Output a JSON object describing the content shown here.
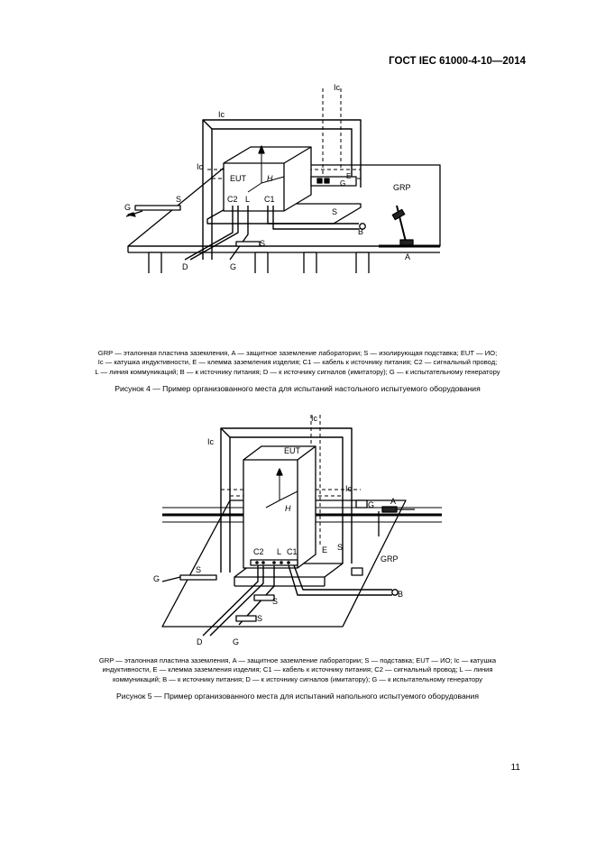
{
  "header": {
    "doc_code": "ГОСТ IEC 61000-4-10—2014"
  },
  "figure4": {
    "labels": {
      "ic_top": "Ic",
      "ic_left": "Ic",
      "ic_mid": "Ic",
      "eut": "EUT",
      "h": "H",
      "c2": "C2",
      "l": "L",
      "c1": "C1",
      "grp": "GRP",
      "s_left": "S",
      "s_right": "S",
      "s_bottom": "S",
      "g_left": "G",
      "g_right": "G",
      "g_bottom": "G",
      "d": "D",
      "b": "B",
      "a": "A",
      "e": "E"
    },
    "legend": [
      "GRP — эталонная пластина заземления, A — защитное заземление лаборатории; S — изолирующая подставка; EUT — ИО;",
      "Ic — катушка индуктивности, E — клемма заземления изделия; C1 — кабель к источнику питания; C2 — сигнальный провод;",
      "L — линия коммуникаций; B — к источнику питания; D — к источнику сигналов (имитатору); G — к испытательному генератору"
    ],
    "caption": "Рисунок 4 — Пример организованного места для испытаний настольного испытуемого оборудования"
  },
  "figure5": {
    "labels": {
      "ic_top": "Ic",
      "ic_left": "Ic",
      "ic_mid": "Ic",
      "eut": "EUT",
      "h": "H",
      "c2": "C2",
      "l": "L",
      "c1": "C1",
      "e": "E",
      "s_right": "S",
      "grp": "GRP",
      "g_left": "G",
      "s_left": "S",
      "g_right": "G",
      "a": "A",
      "b": "B",
      "s_bottom1": "S",
      "s_bottom2": "S",
      "d": "D",
      "g_bottom": "G"
    },
    "legend": [
      "GRP — эталонная пластина заземления, A — защитное заземление лаборатории; S — подставка; EUT — ИО; Ic — катушка",
      "индуктивности, E — клемма заземления изделия; C1 — кабель к источнику питания; C2 — сигнальный провод; L — линия",
      "коммуникаций; B — к источнику питания; D — к источнику сигналов (имитатору); G — к испытательному генератору"
    ],
    "caption": "Рисунок 5 — Пример организованного места для испытаний напольного испытуемого оборудования"
  },
  "page_number": "11"
}
